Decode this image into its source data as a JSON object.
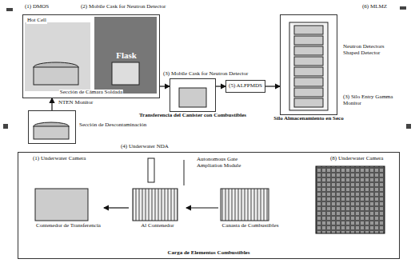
{
  "diagram": {
    "caption": "Carga de Elementos Combustibles",
    "nodes": [
      {
        "text": [
          "Sección de Cámara Soldada"
        ]
      },
      {
        "text": [
          "Hot Cell"
        ],
        "in": 0
      },
      {
        "text": [
          "Flask"
        ],
        "in": 0
      },
      {
        "text": [
          "Sección de Descontaminación"
        ]
      },
      {
        "text": [
          "(3) Mobile Cask for Neutron Detector",
          "Transferencia del Canister con Combustibles"
        ]
      },
      {
        "text": [
          "(5) ALFPMDS"
        ]
      },
      {
        "text": [
          "Silo Almacenamiento en Seco"
        ]
      },
      {
        "text": [
          "Carga de Elementos Combustibles"
        ]
      },
      {
        "text": [
          "Contenedor de Transferencia"
        ],
        "in": 7
      },
      {
        "text": [
          "Al Contenedor"
        ],
        "in": 7
      },
      {
        "text": [
          "Canasta de Combustibles"
        ],
        "in": 7
      }
    ],
    "edges": [
      {
        "from": 3,
        "to": 0,
        "arrow": "to"
      },
      {
        "from": 0,
        "to": 4,
        "arrow": "to"
      },
      {
        "from": 4,
        "to": 5,
        "arrow": "to"
      },
      {
        "from": 5,
        "to": 6,
        "arrow": "to"
      },
      {
        "from": 10,
        "to": 9,
        "arrow": "to"
      },
      {
        "from": 9,
        "to": 8,
        "arrow": "to"
      }
    ],
    "labels": [
      "(1) DMOS",
      "(2) Mobile Cask for Neutron Detector",
      "NTEN Monitor",
      "(6) MLMZ",
      "Neutron Detectors Shaped Detector",
      "(3) Silo Entry Gamma Monitor",
      "(4) Underwater NDA",
      "Autonomous Gate Ampliation Module",
      "(1) Underwater Camera",
      "(8) Underwater Camera"
    ]
  }
}
